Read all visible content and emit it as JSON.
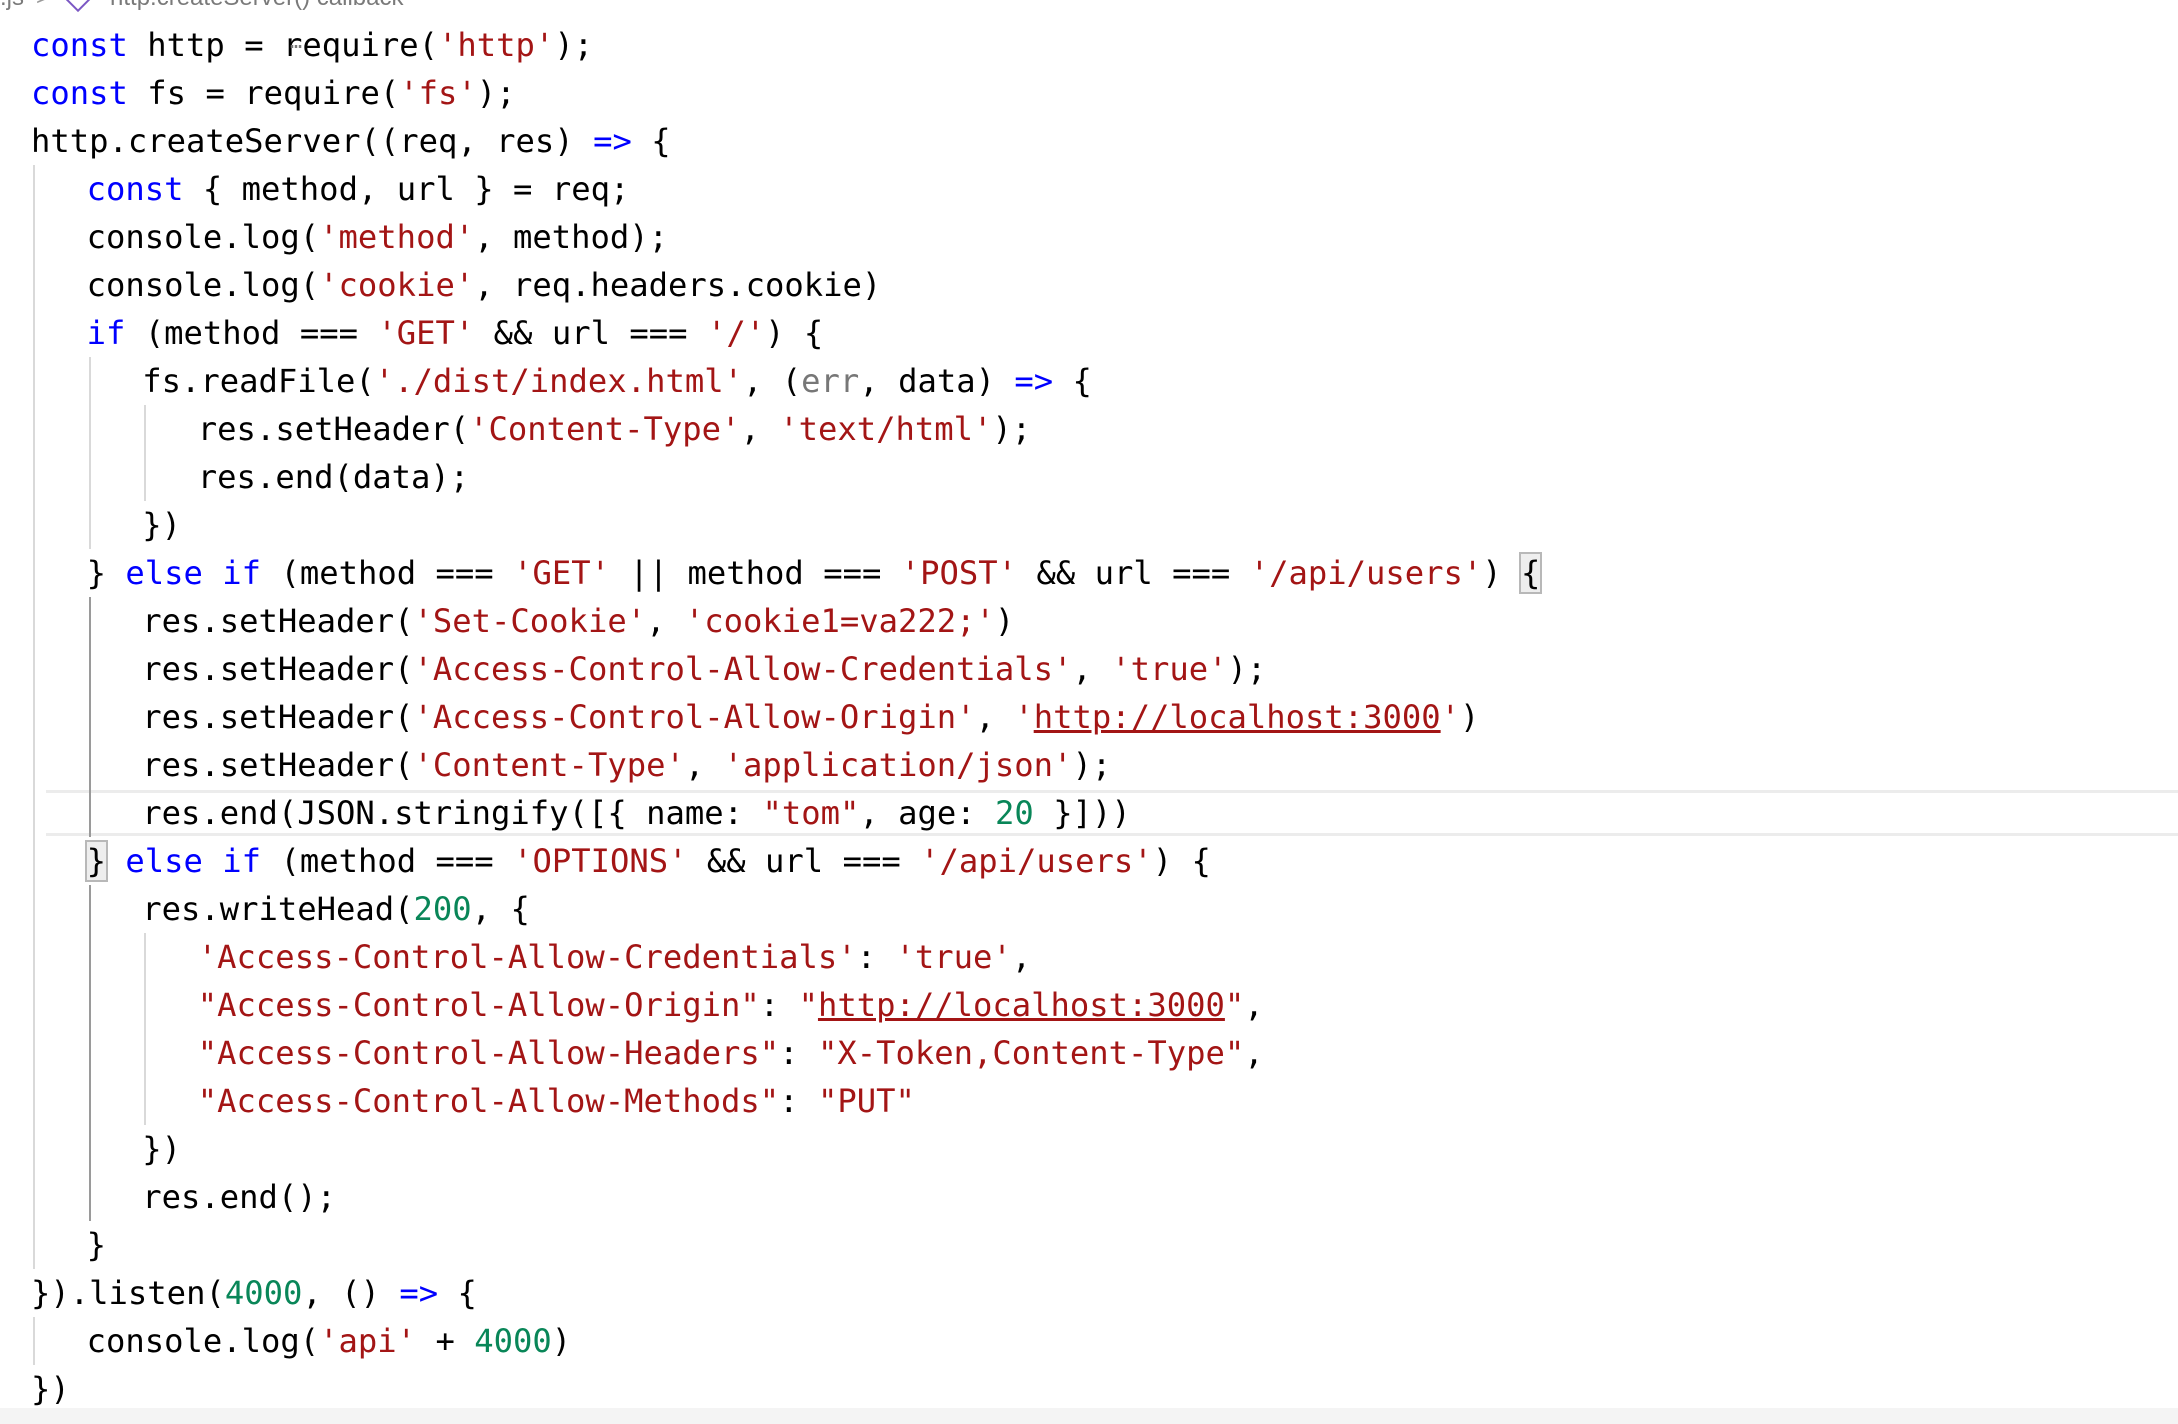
{
  "breadcrumb": {
    "file": ".js",
    "separator": ">",
    "symbol": "http.createServer() callback"
  },
  "editor": {
    "language": "javascript",
    "current_line": 16,
    "lines": [
      "const http = require('http');",
      "const fs = require('fs');",
      "http.createServer((req, res) => {",
      "    const { method, url } = req;",
      "    console.log('method', method);",
      "    console.log('cookie', req.headers.cookie)",
      "    if (method === 'GET' && url === '/') {",
      "        fs.readFile('./dist/index.html', (err, data) => {",
      "            res.setHeader('Content-Type', 'text/html');",
      "            res.end(data);",
      "        })",
      "    } else if (method === 'GET' || method === 'POST' && url === '/api/users') {",
      "        res.setHeader('Set-Cookie', 'cookie1=va222;')",
      "        res.setHeader('Access-Control-Allow-Credentials', 'true');",
      "        res.setHeader('Access-Control-Allow-Origin', 'http://localhost:3000')",
      "        res.setHeader('Content-Type', 'application/json');",
      "        res.end(JSON.stringify([{ name: \"tom\", age: 20 }]))",
      "    } else if (method === 'OPTIONS' && url === '/api/users') {",
      "        res.writeHead(200, {",
      "            'Access-Control-Allow-Credentials': 'true',",
      "            \"Access-Control-Allow-Origin\": \"http://localhost:3000\",",
      "            \"Access-Control-Allow-Headers\": \"X-Token,Content-Type\",",
      "            \"Access-Control-Allow-Methods\": \"PUT\"",
      "        })",
      "        res.end();",
      "    }",
      "}).listen(4000, () => {",
      "    console.log('api' + 4000)",
      "})"
    ]
  },
  "colors": {
    "keyword": "#0000ff",
    "string": "#a31515",
    "number": "#098658",
    "default": "#000000",
    "unused_parameter": "#777777",
    "indent_guide": "#d9d9d9",
    "active_indent_guide": "#9a9a9a",
    "current_line_border": "#ececec"
  }
}
